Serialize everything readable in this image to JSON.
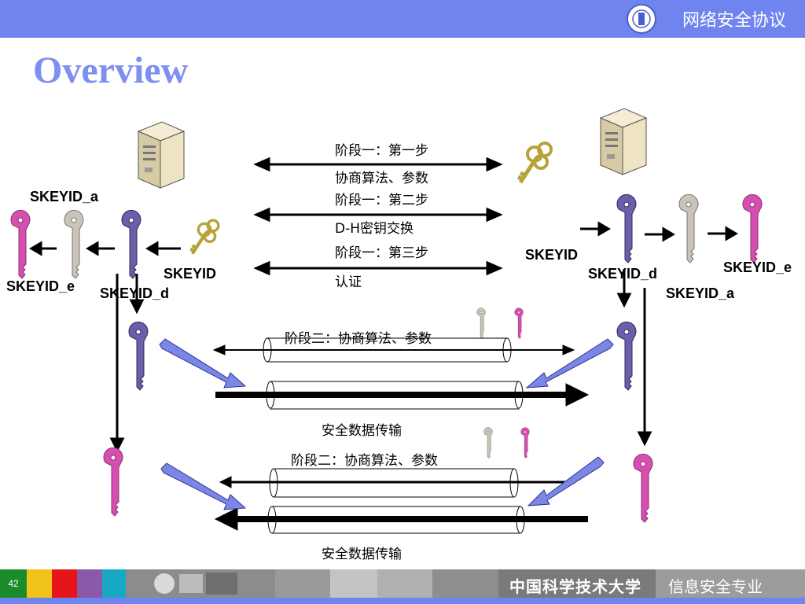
{
  "header": {
    "title": "网络安全协议"
  },
  "slide": {
    "title": "Overview"
  },
  "phase1": {
    "step1": "阶段一：第一步",
    "step1_desc": "协商算法、参数",
    "step2": "阶段一：第二步",
    "step2_desc": "D-H密钥交换",
    "step3": "阶段一：第三步",
    "step3_desc": "认证"
  },
  "left": {
    "skeyid_a": "SKEYID_a",
    "skeyid_e": "SKEYID_e",
    "skeyid": "SKEYID",
    "skeyid_d": "SKEYID_d"
  },
  "right": {
    "skeyid": "SKEYID",
    "skeyid_d": "SKEYID_d",
    "skeyid_e": "SKEYID_e",
    "skeyid_a": "SKEYID_a"
  },
  "phase2": {
    "negotiate_1": "阶段二：协商算法、参数",
    "transfer_1": "安全数据传输",
    "negotiate_2": "阶段二：协商算法、参数",
    "transfer_2": "安全数据传输"
  },
  "footer": {
    "page_number": "42",
    "university": "中国科学技术大学",
    "major": "信息安全专业"
  },
  "colors": {
    "header_bar": "#6f84ef",
    "title": "#7d8ff0",
    "key_purple": "#6a5fa8",
    "key_pink": "#d64fb0",
    "key_gray": "#c9c4b8",
    "key_gold": "#e0d27a",
    "arrow_blue": "#7b86e6"
  }
}
